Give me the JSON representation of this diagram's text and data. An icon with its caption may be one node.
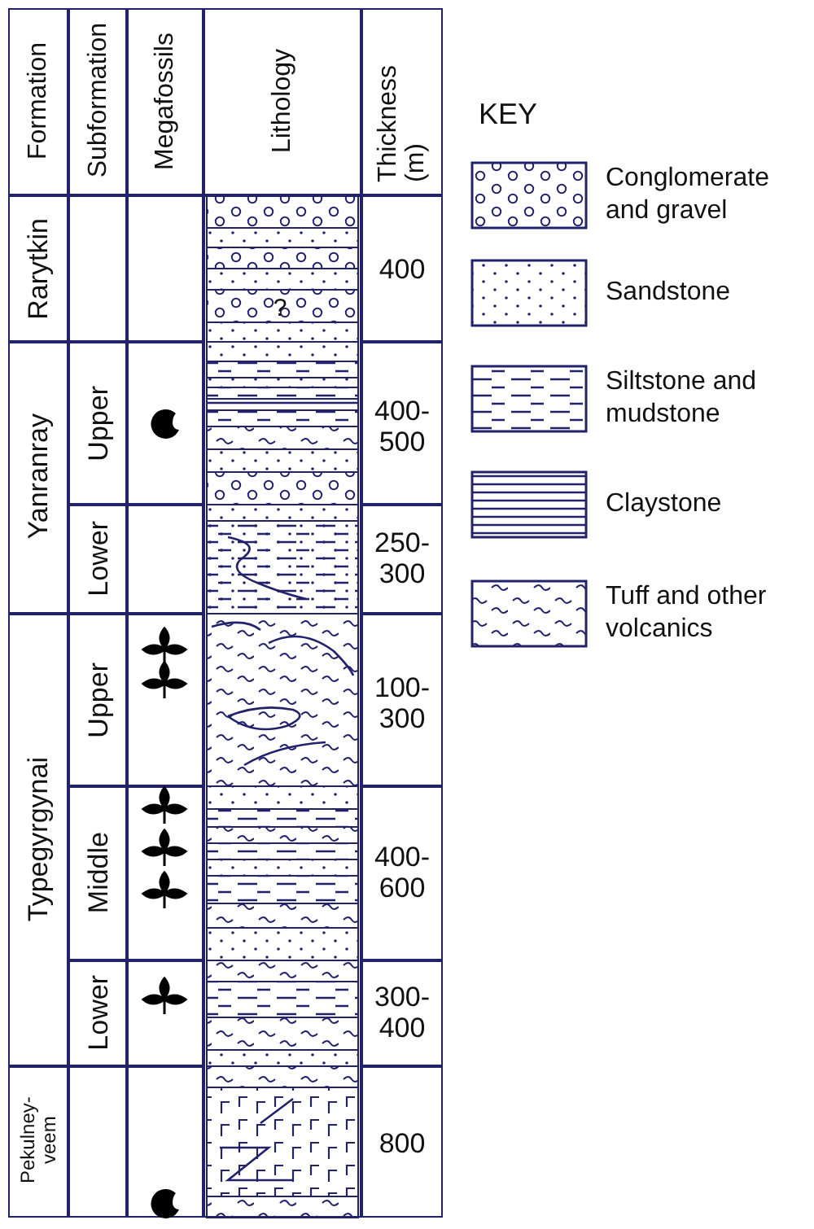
{
  "diagram": {
    "labels": [
      "Formation",
      "Subformation",
      "Megafossils",
      "Lithology",
      "Thickness (m)",
      "Rarytkin",
      "?",
      "400",
      "Yanranray",
      "Upper",
      "400- 500",
      "Lower",
      "250- 300",
      "Typegyrgynai",
      "Upper",
      "100- 300",
      "Middle",
      "400- 600",
      "Lower",
      "300- 400",
      "Pekulney- veem",
      "800",
      "KEY"
    ],
    "legend": [
      {
        "text": "Conglomerate and gravel"
      },
      {
        "text": "Sandstone"
      },
      {
        "text": "Siltstone and mudstone"
      },
      {
        "text": "Claystone"
      },
      {
        "text": "Tuff and other volcanics"
      }
    ]
  }
}
